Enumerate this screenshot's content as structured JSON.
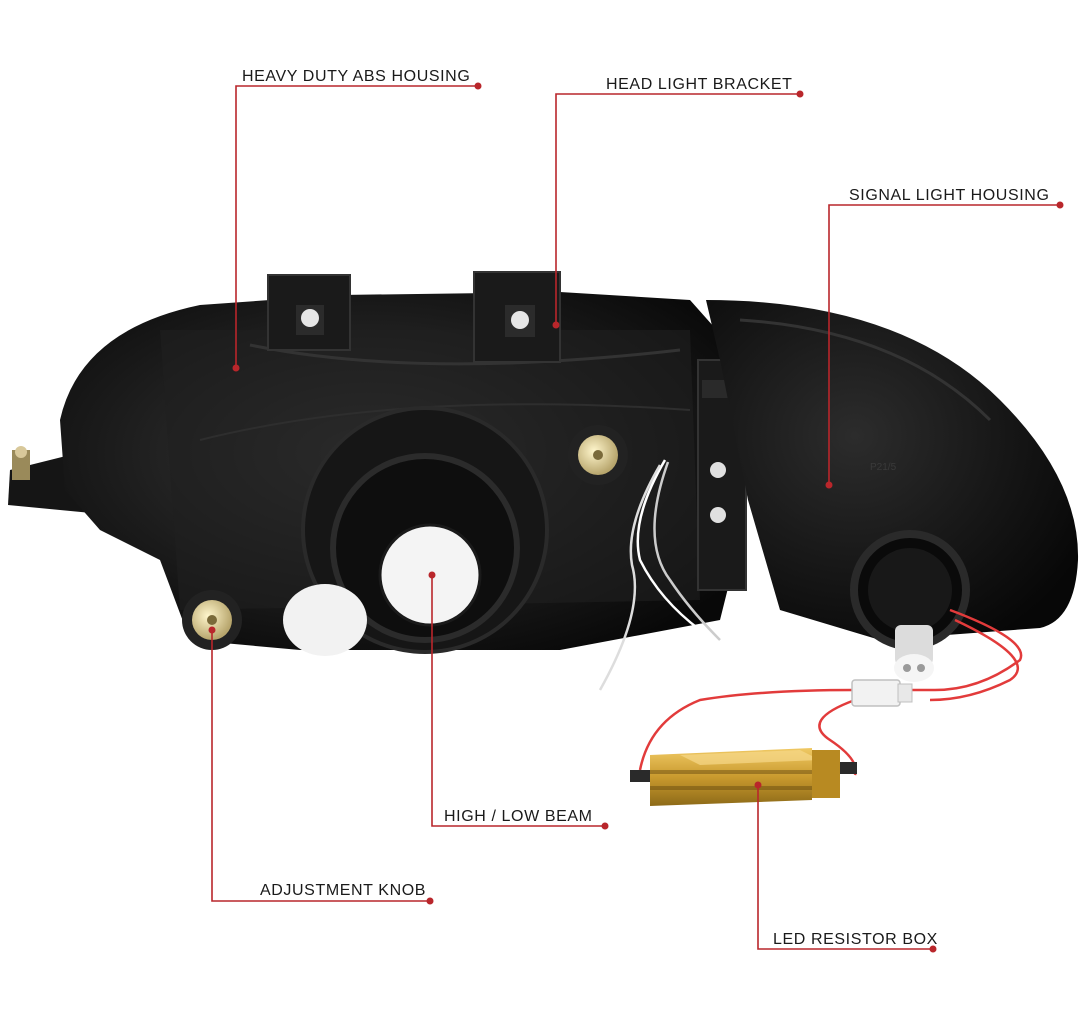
{
  "callouts": {
    "abs_housing": "HEAVY DUTY ABS HOUSING",
    "bracket": "HEAD LIGHT BRACKET",
    "signal_housing": "SIGNAL LIGHT HOUSING",
    "beam": "HIGH / LOW BEAM",
    "knob": "ADJUSTMENT KNOB",
    "resistor": "LED RESISTOR BOX"
  },
  "colors": {
    "callout_line": "#b9262b",
    "housing": "#121212",
    "resistor_gold": "#c99a2e",
    "wire_red": "#e23b3b"
  }
}
